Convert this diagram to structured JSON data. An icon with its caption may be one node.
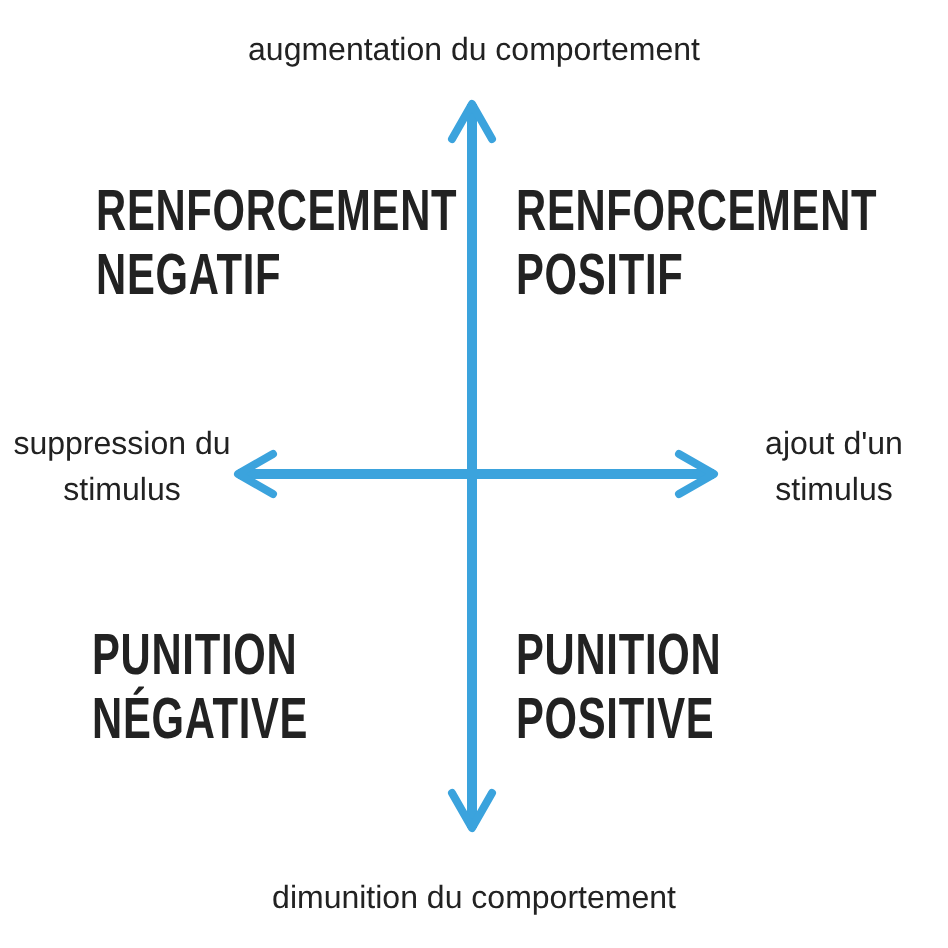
{
  "diagram": {
    "labels": [
      "augmentation du comportement",
      "RENFORCEMENT NEGATIF",
      "RENFORCEMENT POSITIF",
      "suppression du stimulus",
      "ajout d'un stimulus",
      "PUNITION NÉGATIVE",
      "PUNITION POSITIVE",
      "dimunition du comportement"
    ]
  }
}
